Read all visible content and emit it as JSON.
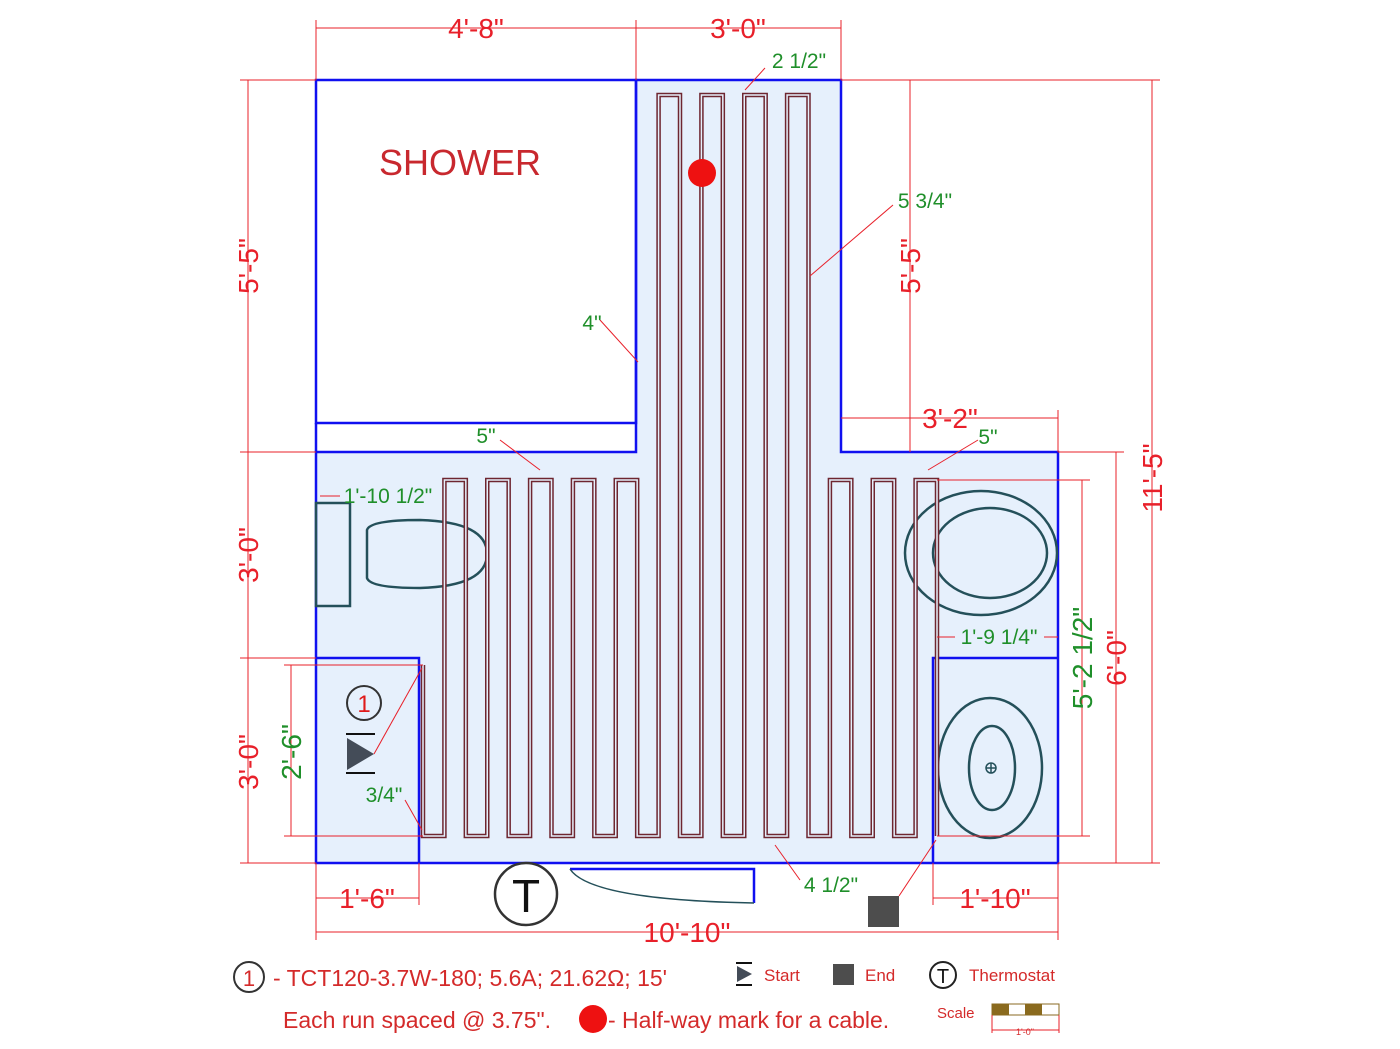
{
  "plan": {
    "room_label": "SHOWER",
    "dimensions_major": {
      "top_left": "4'-8\"",
      "top_right": "3'-0\"",
      "left_top": "5'-5\"",
      "left_mid": "3'-0\"",
      "left_bottom": "3'-0\"",
      "inner_right_height": "5'-5\"",
      "right_step_width": "3'-2\"",
      "overall_height": "11'-5\"",
      "right_lower_height": "6'-0\"",
      "bottom_left": "1'-6\"",
      "bottom_right": "1'-10\"",
      "overall_width": "10'-10\""
    },
    "dimensions_minor": {
      "top_gap": "2 1/2\"",
      "right_gap": "5 3/4\"",
      "shower_gap": "4\"",
      "strip_gap": "5\"",
      "right_top_gap": "5\"",
      "toilet_gap": "1'-10 1/2\"",
      "tub_gap": "1'-9 1/4\"",
      "right_run_length": "5'-2 1/2\"",
      "left_run_length": "2'-6\"",
      "start_gap": "3/4\"",
      "bottom_gap": "4 1/2\""
    },
    "cable_id": "1",
    "thermostat_symbol": "T",
    "colors": {
      "wall": "#1010f0",
      "cable": "#6e2630",
      "floor": "#e6f0fc",
      "dimension": "#e8202a",
      "minor": "#1f8f2a",
      "halfway": "#ee1111"
    }
  },
  "legend": {
    "cable_id": "1",
    "cable_spec": "- TCT120-3.7W-180; 5.6A; 21.62Ω; 15'",
    "start_label": "Start",
    "end_label": "End",
    "thermostat_symbol": "T",
    "thermostat_label": "Thermostat",
    "spacing_note": "Each run spaced @ 3.75\".",
    "halfway_label": "- Half-way mark for a cable.",
    "scale_label": "Scale",
    "scale_value": "1'-0\""
  }
}
